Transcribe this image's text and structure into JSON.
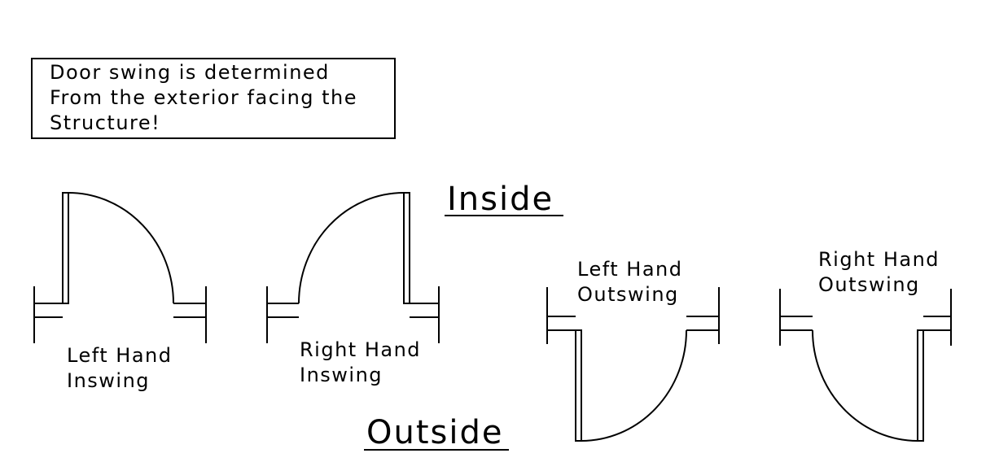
{
  "note": {
    "lines": [
      "Door swing is determined",
      "From the exterior facing the",
      "Structure!"
    ]
  },
  "headings": {
    "inside": "Inside",
    "outside": "Outside"
  },
  "doors": [
    {
      "key": "lhi",
      "lines": [
        "Left Hand",
        "Inswing"
      ]
    },
    {
      "key": "rhi",
      "lines": [
        "Right Hand",
        "Inswing"
      ]
    },
    {
      "key": "lho",
      "lines": [
        "Left Hand",
        "Outswing"
      ]
    },
    {
      "key": "rho",
      "lines": [
        "Right Hand",
        "Outswing"
      ]
    }
  ]
}
